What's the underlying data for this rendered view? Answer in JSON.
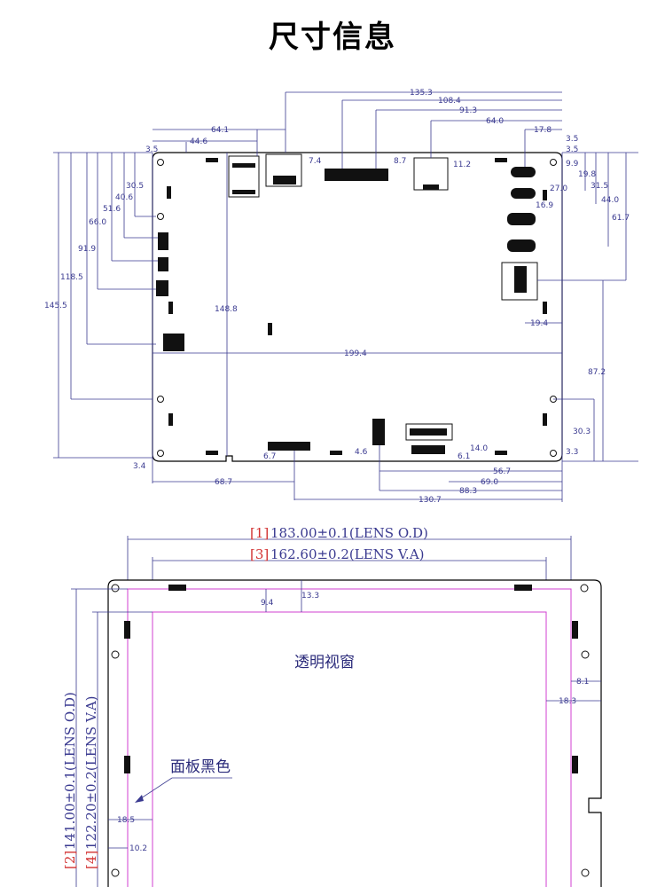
{
  "title": "尺寸信息",
  "top_drawing": {
    "top_dims": [
      "135.3",
      "108.4",
      "91.3",
      "64.0",
      "17.8",
      "3.5",
      "3.5",
      "64.1",
      "44.6",
      "3.5"
    ],
    "inner_dims": [
      "7.4",
      "8.7",
      "11.2",
      "9.9",
      "19.8",
      "27.0",
      "16.9",
      "31.5",
      "44.0",
      "61.7",
      "19.4"
    ],
    "left_dims": [
      "30.5",
      "40.6",
      "51.6",
      "66.0",
      "91.9",
      "118.5",
      "145.5"
    ],
    "center_dims": [
      "148.8",
      "199.4",
      "87.2",
      "30.3",
      "3.3"
    ],
    "bottom_dims": [
      "3.4",
      "6.7",
      "4.6",
      "14.0",
      "6.1",
      "56.7",
      "69.0",
      "68.7",
      "88.3",
      "130.7"
    ]
  },
  "bottom_drawing": {
    "lens_od": {
      "tag": "[1]",
      "text": "183.00±0.1(LENS O.D)"
    },
    "lens_va": {
      "tag": "[3]",
      "text": "162.60±0.2(LENS V.A)"
    },
    "height_od": {
      "tag": "[2]",
      "text": "141.00±0.1(LENS O.D)"
    },
    "height_va": {
      "tag": "[4]",
      "text": "122.20±0.2(LENS V.A)"
    },
    "dims": [
      "9.4",
      "13.3",
      "8.1",
      "18.3",
      "18.5",
      "10.2"
    ],
    "window_label": "透明视窗",
    "panel_label": "面板黑色"
  }
}
